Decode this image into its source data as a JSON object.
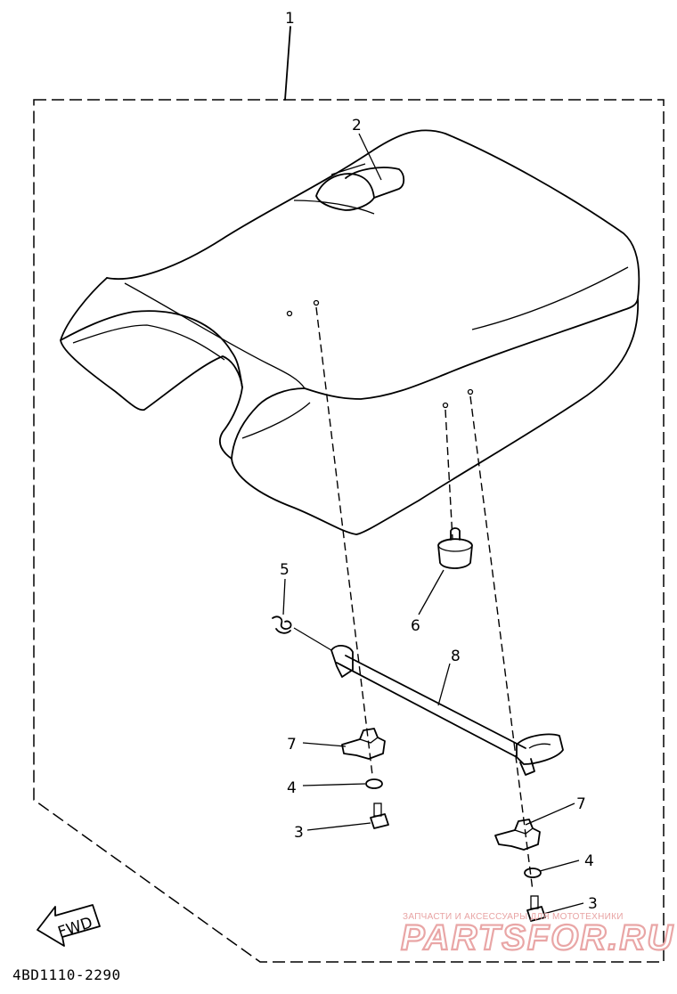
{
  "callouts": {
    "c1": "1",
    "c2": "2",
    "c3a": "3",
    "c3b": "3",
    "c4a": "4",
    "c4b": "4",
    "c5": "5",
    "c6": "6",
    "c7a": "7",
    "c7b": "7",
    "c8": "8"
  },
  "fwd_label": "FWD",
  "drawing_code": "4BD1110-2290",
  "watermark": {
    "tagline": "ЗАПЧАСТИ И АКСЕССУАРЫ ДЛЯ МОТОТЕХНИКИ",
    "brand": "PARTSFOR.RU"
  }
}
